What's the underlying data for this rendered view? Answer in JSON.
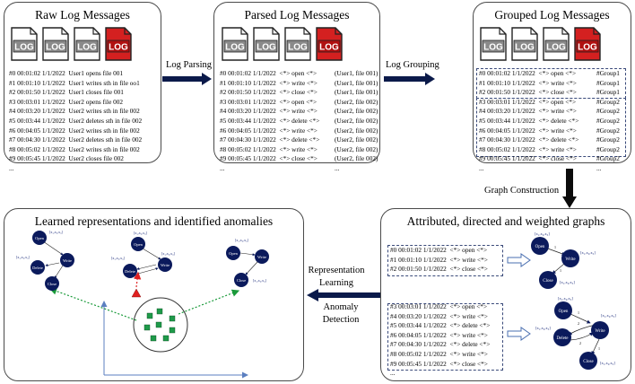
{
  "panels": {
    "raw": {
      "title": "Raw Log Messages"
    },
    "parsed": {
      "title": "Parsed Log Messages"
    },
    "grouped": {
      "title": "Grouped Log Messages"
    },
    "graphs": {
      "title": "Attributed, directed and weighted graphs"
    },
    "learned": {
      "title": "Learned representations and identified anomalies"
    }
  },
  "icon_label": "LOG",
  "colors": {
    "log_icon_normal": "#8a8a8a",
    "log_icon_anomaly": "#d42020",
    "node": "#0b1a5c",
    "accent_red": "#e02020",
    "points": "#1f9a4a",
    "axis": "#5b7fc0",
    "dotted_arrow": "#1a9a3a"
  },
  "raw_logs": [
    "#0 00:01:02 1/1/2022  User1 opens file 001",
    "#1 00:01:10 1/1/2022  User1 writes sth in file oo1",
    "#2 00:01:50 1/1/2022  User1 closes file 001",
    "#3 00:03:01 1/1/2022  User2 opens file 002",
    "#4 00:03:20 1/1/2022  User2 writes sth in file 002",
    "#5 00:03:44 1/1/2022  User2 deletes sth in file 002",
    "#6 00:04:05 1/1/2022  User2 writes sth in file 002",
    "#7 00:04:30 1/1/2022  User2 deletes sth in file 002",
    "#8 00:05:02 1/1/2022  User2 writes sth in file 002",
    "#9 00:05:45 1/1/2022  User2 closes file 002",
    "..."
  ],
  "parsed_logs": [
    {
      "line": "#0 00:01:02 1/1/2022  <*> open <*>",
      "attr": "(User1, file 001)"
    },
    {
      "line": "#1 00:01:10 1/1/2022  <*> write <*>",
      "attr": "(User1, file 001)"
    },
    {
      "line": "#2 00:01:50 1/1/2022  <*> close <*>",
      "attr": "(User1, file 001)"
    },
    {
      "line": "#3 00:03:01 1/1/2022  <*> open <*>",
      "attr": "(User2, file 002)"
    },
    {
      "line": "#4 00:03:20 1/1/2022  <*> write <*>",
      "attr": "(User2, file 002)"
    },
    {
      "line": "#5 00:03:44 1/1/2022  <*> delete <*>",
      "attr": "(User2, file 002)"
    },
    {
      "line": "#6 00:04:05 1/1/2022  <*> write <*>",
      "attr": "(User2, file 002)"
    },
    {
      "line": "#7 00:04:30 1/1/2022  <*> delete <*>",
      "attr": "(User2, file 002)"
    },
    {
      "line": "#8 00:05:02 1/1/2022  <*> write <*>",
      "attr": "(User2, file 002)"
    },
    {
      "line": "#9 00:05:45 1/1/2022  <*> close <*>",
      "attr": "(User2, file 002)"
    },
    {
      "line": "...",
      "attr": "..."
    }
  ],
  "grouped_logs": [
    {
      "line": "#0 00:01:02 1/1/2022  <*> open <*>",
      "group": "#Group1"
    },
    {
      "line": "#1 00:01:10 1/1/2022  <*> write <*>",
      "group": "#Group1"
    },
    {
      "line": "#2 00:01:50 1/1/2022  <*> close <*>",
      "group": "#Group1"
    },
    {
      "line": "#3 00:03:01 1/1/2022  <*> open <*>",
      "group": "#Group2"
    },
    {
      "line": "#4 00:03:20 1/1/2022  <*> write <*>",
      "group": "#Group2"
    },
    {
      "line": "#5 00:03:44 1/1/2022  <*> delete <*>",
      "group": "#Group2"
    },
    {
      "line": "#6 00:04:05 1/1/2022  <*> write <*>",
      "group": "#Group2"
    },
    {
      "line": "#7 00:04:30 1/1/2022  <*> delete <*>",
      "group": "#Group2"
    },
    {
      "line": "#8 00:05:02 1/1/2022  <*> write <*>",
      "group": "#Group2"
    },
    {
      "line": "#9 00:05:45 1/1/2022  <*> close <*>",
      "group": "#Group2"
    },
    {
      "line": "...",
      "group": "..."
    }
  ],
  "graph_group1": [
    "#0 00:01:02 1/1/2022  <*> open <*>",
    "#1 00:01:10 1/1/2022  <*> write <*>",
    "#2 00:01:50 1/1/2022  <*> close <*>"
  ],
  "graph_group2": [
    "#3 00:03:01 1/1/2022  <*> open <*>",
    "#4 00:03:20 1/1/2022  <*> write <*>",
    "#5 00:03:44 1/1/2022  <*> delete <*>",
    "#6 00:04:05 1/1/2022  <*> write <*>",
    "#7 00:04:30 1/1/2022  <*> delete <*>",
    "#8 00:05:02 1/1/2022  <*> write <*>",
    "#9 00:05:45 1/1/2022  <*> close <*>",
    "..."
  ],
  "arrows": {
    "log_parsing": "Log Parsing",
    "log_grouping": "Log Grouping",
    "graph_construction": "Graph Construction",
    "representation_learning": "Representation Learning",
    "anomaly_detection": "Anomaly Detection"
  },
  "nodes": {
    "open": "Open",
    "write": "Write",
    "close": "Close",
    "delete": "Delete"
  },
  "node_attr": "[x₁,x₂,x₃]",
  "edge_weights": {
    "w1": "1",
    "w2": "2"
  }
}
